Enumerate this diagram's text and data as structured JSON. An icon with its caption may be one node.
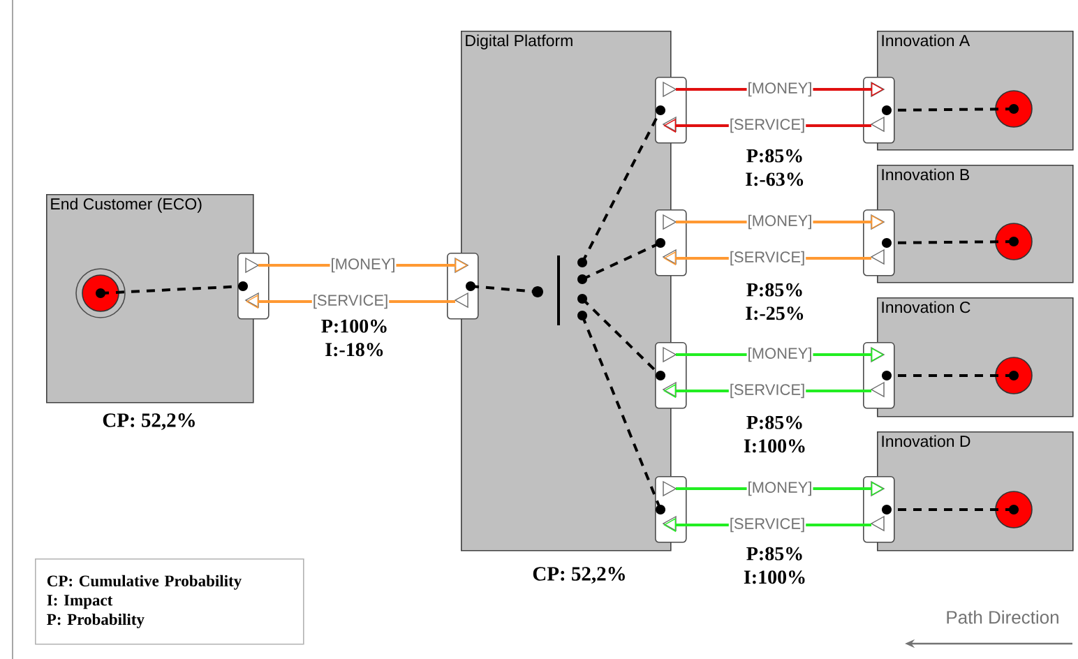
{
  "diagram": {
    "nodes": [
      {
        "text": [
          "End Customer (ECO)"
        ],
        "beside": [
          "CP: 52,2%"
        ]
      },
      {
        "text": [],
        "shape": "circle",
        "in": 0
      },
      {
        "text": [],
        "shape": "box"
      },
      {
        "text": [
          "Digital Platform"
        ],
        "beside": [
          "CP: 52,2%"
        ]
      },
      {
        "text": [],
        "shape": "box"
      },
      {
        "text": [],
        "shape": "circle",
        "in": 3
      },
      {
        "text": [],
        "shape": "bar",
        "in": 3
      },
      {
        "text": [],
        "shape": "box"
      },
      {
        "text": [],
        "shape": "box"
      },
      {
        "text": [],
        "shape": "box"
      },
      {
        "text": [],
        "shape": "box"
      },
      {
        "text": [
          "Innovation A"
        ]
      },
      {
        "text": [],
        "shape": "box"
      },
      {
        "text": [],
        "shape": "circle",
        "in": 11
      },
      {
        "text": [
          "Innovation B"
        ]
      },
      {
        "text": [],
        "shape": "box"
      },
      {
        "text": [],
        "shape": "circle",
        "in": 14
      },
      {
        "text": [
          "Innovation C"
        ]
      },
      {
        "text": [],
        "shape": "box"
      },
      {
        "text": [],
        "shape": "circle",
        "in": 17
      },
      {
        "text": [
          "Innovation D"
        ]
      },
      {
        "text": [],
        "shape": "box"
      },
      {
        "text": [],
        "shape": "circle",
        "in": 20
      },
      {
        "text": [
          "CP: Cumulative Probability",
          "I: Impact",
          "P: Probability"
        ]
      }
    ],
    "edges": [
      {
        "from": 1,
        "to": 2,
        "arrow": "other",
        "style": "dashed"
      },
      {
        "from": 2,
        "to": 4,
        "arrow": "to",
        "label": "[MONEY]",
        "color": "#ff9933"
      },
      {
        "from": 4,
        "to": 2,
        "arrow": "to",
        "label": "[SERVICE]",
        "color": "#ff9933"
      },
      {
        "from": 4,
        "to": 5,
        "arrow": "other",
        "style": "dashed"
      },
      {
        "from": 6,
        "to": 7,
        "arrow": "other",
        "style": "dashed"
      },
      {
        "from": 6,
        "to": 8,
        "arrow": "other",
        "style": "dashed"
      },
      {
        "from": 6,
        "to": 9,
        "arrow": "other",
        "style": "dashed"
      },
      {
        "from": 6,
        "to": 10,
        "arrow": "other",
        "style": "dashed"
      },
      {
        "from": 7,
        "to": 12,
        "arrow": "to",
        "label": "[MONEY]",
        "color": "#e01010"
      },
      {
        "from": 12,
        "to": 7,
        "arrow": "to",
        "label": "[SERVICE]",
        "color": "#e01010"
      },
      {
        "from": 13,
        "to": 12,
        "arrow": "other",
        "style": "dashed"
      },
      {
        "from": 8,
        "to": 15,
        "arrow": "to",
        "label": "[MONEY]",
        "color": "#ff9933"
      },
      {
        "from": 15,
        "to": 8,
        "arrow": "to",
        "label": "[SERVICE]",
        "color": "#ff9933"
      },
      {
        "from": 16,
        "to": 15,
        "arrow": "other",
        "style": "dashed"
      },
      {
        "from": 9,
        "to": 18,
        "arrow": "to",
        "label": "[MONEY]",
        "color": "#22ee22"
      },
      {
        "from": 18,
        "to": 9,
        "arrow": "to",
        "label": "[SERVICE]",
        "color": "#22ee22"
      },
      {
        "from": 19,
        "to": 18,
        "arrow": "other",
        "style": "dashed"
      },
      {
        "from": 10,
        "to": 21,
        "arrow": "to",
        "label": "[MONEY]",
        "color": "#22ee22"
      },
      {
        "from": 21,
        "to": 10,
        "arrow": "to",
        "label": "[SERVICE]",
        "color": "#22ee22"
      },
      {
        "from": 22,
        "to": 21,
        "arrow": "other",
        "style": "dashed"
      }
    ],
    "labels": [
      "P:100% I:-18%",
      "P:85% I:-63%",
      "P:85% I:-25%",
      "P:85% I:100%",
      "P:85% I:100%",
      "Path Direction"
    ]
  }
}
